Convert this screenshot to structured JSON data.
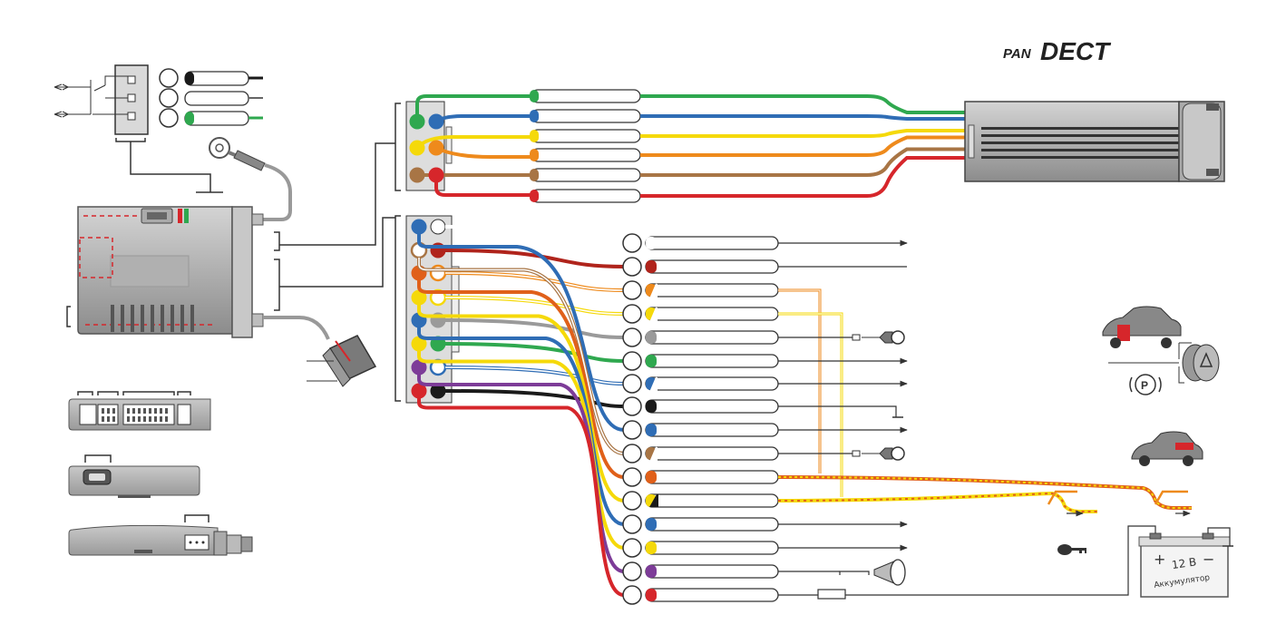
{
  "logo": {
    "prefix": "PAN",
    "main": "DECT"
  },
  "battery": {
    "voltage": "12 В",
    "name": "Аккумулятор",
    "plus": "+",
    "minus": "−"
  },
  "parking_symbol": "P",
  "colors": {
    "green": "#2fa84f",
    "blue": "#2f6db5",
    "yellow": "#f5d90a",
    "orange": "#ee8a1c",
    "brown": "#a87545",
    "red": "#d6262b",
    "white": "#ffffff",
    "black": "#1a1a1a",
    "gray": "#9a9a9a",
    "violet": "#7d3c98",
    "darkred": "#b0241c",
    "darkorange": "#e0601a"
  },
  "top_connector": {
    "wires": [
      "green",
      "blue",
      "yellow",
      "orange",
      "brown",
      "red"
    ]
  },
  "main_connector": {
    "pins": [
      [
        "blue",
        "white"
      ],
      [
        "brown-white",
        "darkred"
      ],
      [
        "darkorange",
        "orange-white"
      ],
      [
        "yellow",
        "yellow-white"
      ],
      [
        "blue",
        "gray"
      ],
      [
        "yellow",
        "green"
      ],
      [
        "violet",
        "blue-white"
      ],
      [
        "red",
        "black"
      ]
    ],
    "wires": [
      {
        "from": [
          0,
          1
        ],
        "stripe": "white"
      },
      {
        "from": [
          1,
          1
        ],
        "stripe": "darkred"
      },
      {
        "from": [
          2,
          1
        ],
        "stripe": "orange-white"
      },
      {
        "from": [
          3,
          1
        ],
        "stripe": "yellow-white"
      },
      {
        "from": [
          4,
          1
        ],
        "stripe": "gray"
      },
      {
        "from": [
          5,
          1
        ],
        "stripe": "green"
      },
      {
        "from": [
          6,
          1
        ],
        "stripe": "blue-white"
      },
      {
        "from": [
          7,
          1
        ],
        "stripe": "black"
      },
      {
        "from": [
          0,
          0
        ],
        "stripe": "blue"
      },
      {
        "from": [
          1,
          0
        ],
        "stripe": "brown-white"
      },
      {
        "from": [
          2,
          0
        ],
        "stripe": "darkorange"
      },
      {
        "from": [
          3,
          0
        ],
        "stripe": "yellow-black"
      },
      {
        "from": [
          4,
          0
        ],
        "stripe": "blue"
      },
      {
        "from": [
          5,
          0
        ],
        "stripe": "yellow"
      },
      {
        "from": [
          6,
          0
        ],
        "stripe": "violet"
      },
      {
        "from": [
          7,
          0
        ],
        "stripe": "red"
      }
    ]
  }
}
